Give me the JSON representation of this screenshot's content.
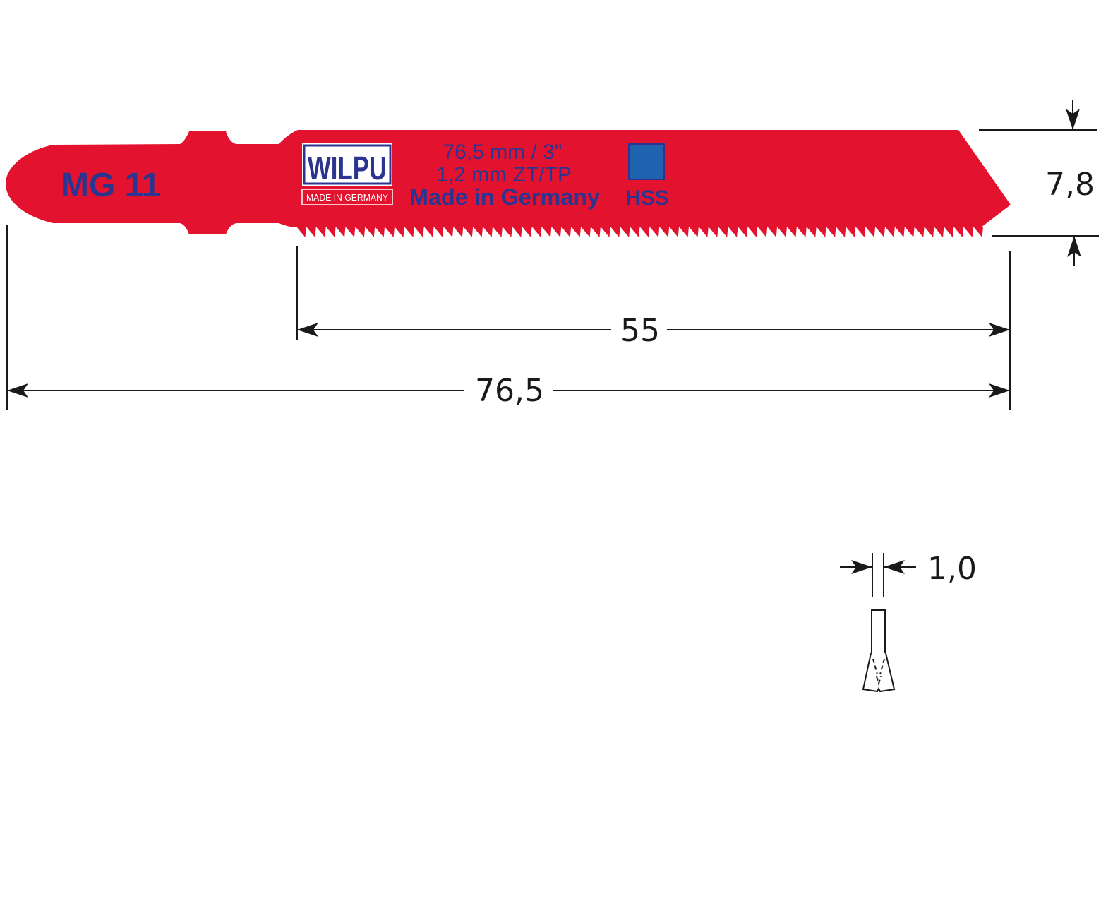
{
  "blade": {
    "model": "MG 11",
    "logo_text": "WILPU",
    "logo_sub": "MADE IN GERMANY",
    "spec_line1": "76,5 mm / 3\"",
    "spec_line2": "1,2 mm ZT/TP",
    "spec_line3": "Made in Germany",
    "material": "HSS",
    "material_color": "#1f63b0",
    "blade_color": "#e3132f",
    "text_color": "#2b3590"
  },
  "dimensions": {
    "width": "7,8",
    "cutting_length": "55",
    "total_length": "76,5",
    "thickness": "1,0"
  }
}
